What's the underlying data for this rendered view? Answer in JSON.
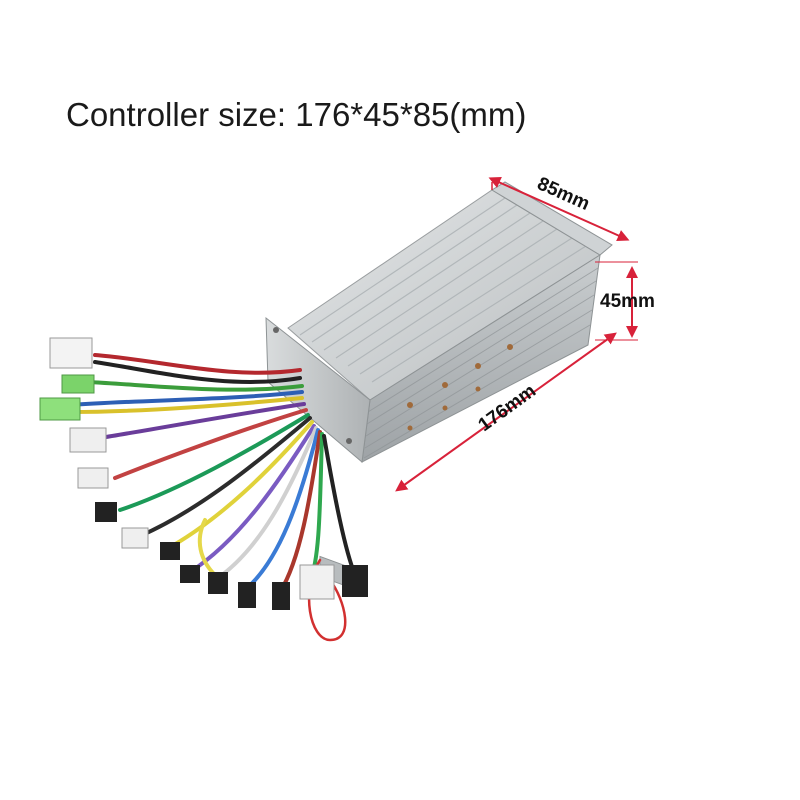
{
  "caption": "Controller size: 176*45*85(mm)",
  "dimensions": {
    "width_label": "85mm",
    "height_label": "45mm",
    "length_label": "176mm"
  },
  "colors": {
    "dimension_arrow": "#d8223a",
    "housing": "#c3c7c9"
  }
}
